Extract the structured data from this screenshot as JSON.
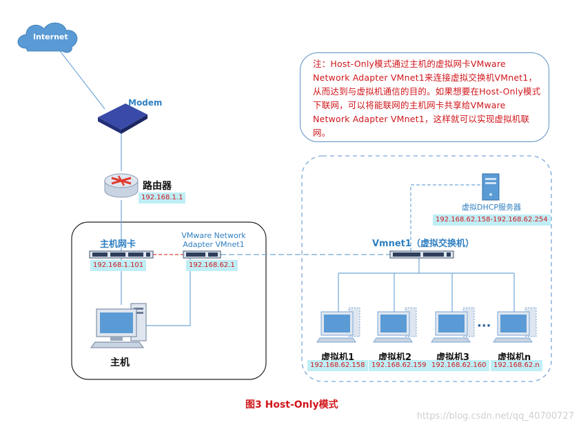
{
  "nodes": {
    "internet": "Internet",
    "modem": "Modem",
    "router": {
      "label": "路由器",
      "ip": "192.168.1.1"
    },
    "host_nic": {
      "label": "主机网卡",
      "ip": "192.168.1.101"
    },
    "vmnet_adapter": {
      "label_line1": "VMware Network",
      "label_line2": "Adapter VMnet1",
      "ip": "192.168.62.1"
    },
    "host": "主机",
    "vswitch": "Vmnet1（虚拟交换机）",
    "dhcp": {
      "label": "虚拟DHCP服务器",
      "ip": "192.168.62.158-192.168.62.254"
    },
    "vms": [
      {
        "label": "虚拟机1",
        "ip": "192.168.62.158"
      },
      {
        "label": "虚拟机2",
        "ip": "192.168.62.159"
      },
      {
        "label": "虚拟机3",
        "ip": "192.168.62.160"
      },
      {
        "label": "虚拟机n",
        "ip": "192.168.62.n"
      }
    ],
    "ellipsis": "···"
  },
  "note": "注：Host-Only模式通过主机的虚拟网卡VMware Network Adapter VMnet1来连接虚拟交换机VMnet1，从而达到与虚拟机通信的目的。如果想要在Host-Only模式下联网，可以将能联网的主机网卡共享给VMware Network Adapter VMnet1，这样就可以实现虚拟机联网。",
  "caption": "图3  Host-Only模式",
  "watermark": "https://blog.csdn.net/qq_40700727",
  "colors": {
    "blue_line": "#4a90d9",
    "red_text": "#d0161b",
    "ip_bg": "#bfeef5",
    "dashed_border": "#7aa6d6"
  }
}
